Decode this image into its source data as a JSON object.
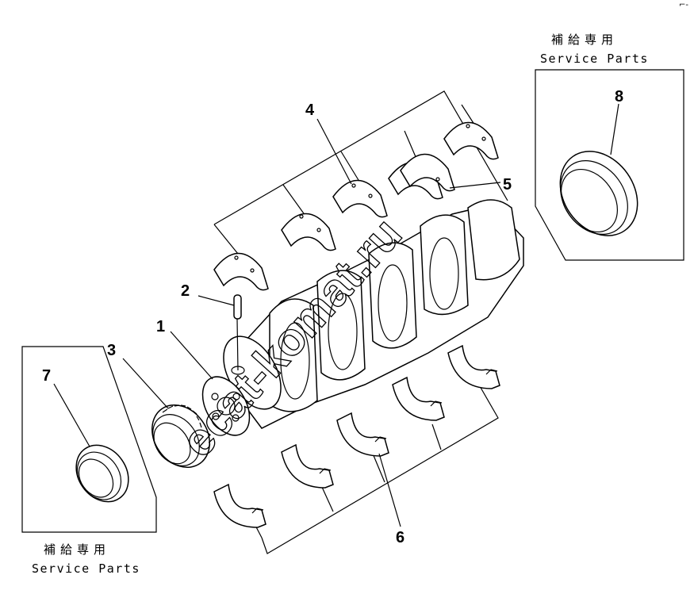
{
  "callouts": {
    "c1": "1",
    "c2": "2",
    "c3": "3",
    "c4": "4",
    "c5": "5",
    "c6": "6",
    "c7": "7",
    "c8": "8"
  },
  "service_box_right": {
    "title_jp": "補給専用",
    "title_en": "Service Parts"
  },
  "service_box_left": {
    "title_jp": "補給専用",
    "title_en": "Service Parts"
  },
  "watermark": "ecat-komat.ru",
  "page_mark": "⌐-"
}
